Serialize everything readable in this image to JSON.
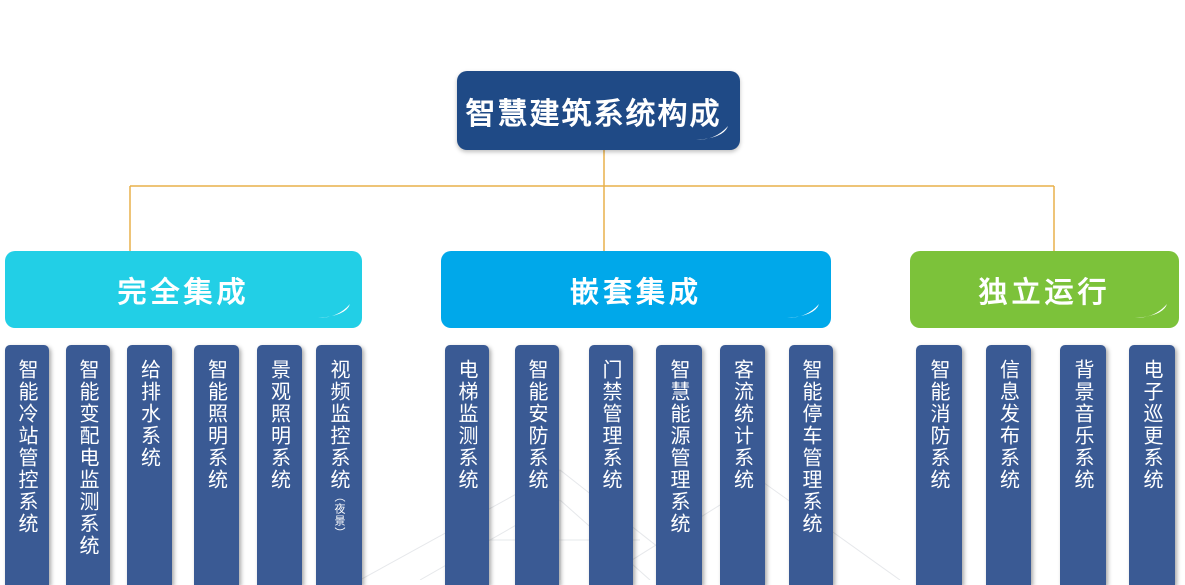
{
  "root": {
    "title": "智慧建筑系统构成"
  },
  "categories": [
    {
      "title": "完全集成",
      "color": "#22cfe6",
      "items": [
        {
          "label": "智能冷站管控系统"
        },
        {
          "label": "智能变配电监测系统"
        },
        {
          "label": "给排水系统"
        },
        {
          "label": "智能照明系统"
        },
        {
          "label": "景观照明系统"
        },
        {
          "label": "视频监控系统",
          "note": "（夜景）"
        }
      ]
    },
    {
      "title": "嵌套集成",
      "color": "#00a8ea",
      "items": [
        {
          "label": "电梯监测系统"
        },
        {
          "label": "智能安防系统"
        },
        {
          "label": "门禁管理系统"
        },
        {
          "label": "智慧能源管理系统"
        },
        {
          "label": "客流统计系统"
        },
        {
          "label": "智能停车管理系统"
        }
      ]
    },
    {
      "title": "独立运行",
      "color": "#7cc23a",
      "items": [
        {
          "label": "智能消防系统"
        },
        {
          "label": "信息发布系统"
        },
        {
          "label": "背景音乐系统"
        },
        {
          "label": "电子巡更系统"
        }
      ]
    }
  ],
  "colors": {
    "root": "#1f4a86",
    "column": "#3a5a94",
    "connector": "#e8b04a"
  }
}
